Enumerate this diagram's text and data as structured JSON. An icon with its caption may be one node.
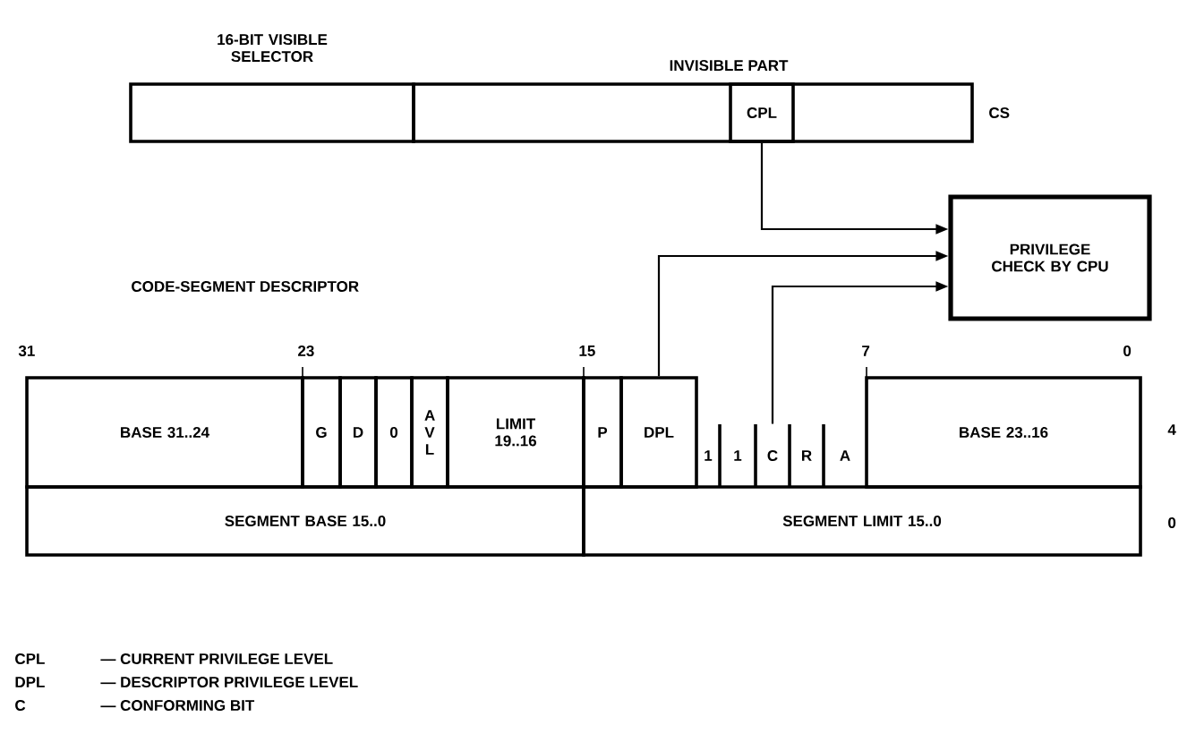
{
  "diagram": {
    "nodes": [
      {
        "text": [
          "16-BIT VISIBLE SELECTOR"
        ]
      },
      {
        "text": [
          "INVISIBLE PART"
        ]
      },
      {
        "text": [
          "CPL"
        ],
        "in": 1
      },
      {
        "text": [
          "PRIVILEGE CHECK BY CPU"
        ]
      },
      {
        "text": [
          "BASE 31..24"
        ]
      },
      {
        "text": [
          "G"
        ]
      },
      {
        "text": [
          "D"
        ]
      },
      {
        "text": [
          "0"
        ]
      },
      {
        "text": [
          "A V L"
        ]
      },
      {
        "text": [
          "LIMIT 19..16"
        ]
      },
      {
        "text": [
          "P"
        ]
      },
      {
        "text": [
          "DPL"
        ]
      },
      {
        "text": [
          "1"
        ]
      },
      {
        "text": [
          "1"
        ]
      },
      {
        "text": [
          "C"
        ]
      },
      {
        "text": [
          "R"
        ]
      },
      {
        "text": [
          "A"
        ]
      },
      {
        "text": [
          "BASE 23..16"
        ]
      },
      {
        "text": [
          "SEGMENT BASE 15..0"
        ]
      },
      {
        "text": [
          "SEGMENT LIMIT 15..0"
        ]
      }
    ],
    "edges": [
      {
        "from": 2,
        "to": 3,
        "arrow": "to"
      },
      {
        "from": 11,
        "to": 3,
        "arrow": "to"
      },
      {
        "from": 14,
        "to": 3,
        "arrow": "to"
      }
    ],
    "labels": [
      "CS",
      "CODE-SEGMENT DESCRIPTOR",
      "31",
      "23",
      "15",
      "7",
      "0",
      "4",
      "0",
      "CPL",
      "— CURRENT PRIVILEGE LEVEL",
      "DPL",
      "— DESCRIPTOR PRIVILEGE LEVEL",
      "C",
      "— CONFORMING BIT"
    ]
  }
}
